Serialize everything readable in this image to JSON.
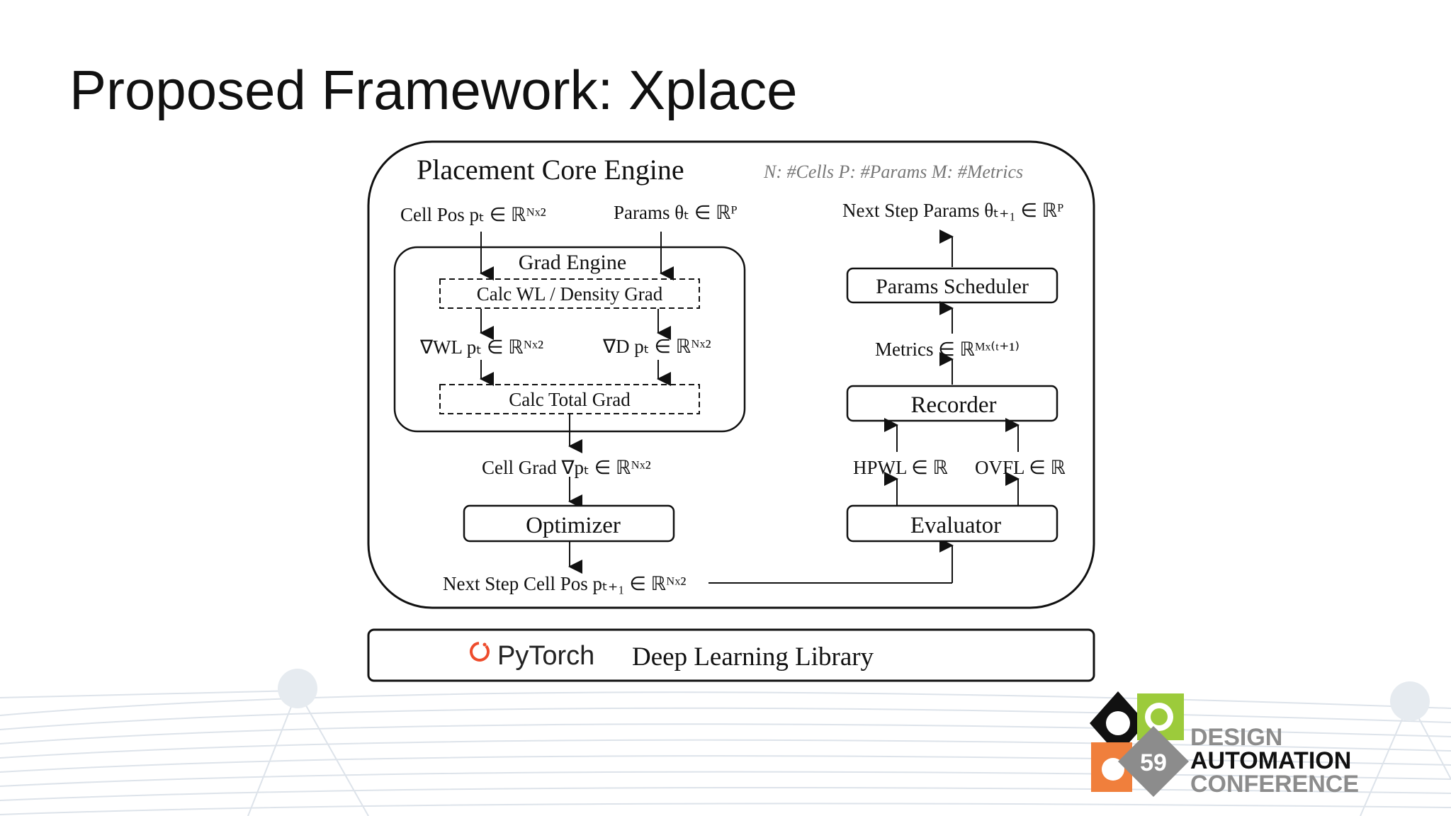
{
  "slide": {
    "title": "Proposed Framework: Xplace"
  },
  "diagram": {
    "engine_title": "Placement Core Engine",
    "legend": "N: #Cells  P: #Params  M: #Metrics",
    "cell_pos_input": "Cell Pos pₜ ∈ ℝᴺˣ²",
    "params_input": "Params θₜ ∈ ℝᴾ",
    "grad_engine": {
      "title": "Grad Engine",
      "calc_wl_density": "Calc WL / Density Grad",
      "wl_grad": "∇WL pₜ ∈ ℝᴺˣ²",
      "density_grad": "∇D pₜ ∈ ℝᴺˣ²",
      "calc_total": "Calc Total Grad"
    },
    "cell_grad": "Cell Grad ∇pₜ ∈ ℝᴺˣ²",
    "optimizer": "Optimizer",
    "next_cell_pos": "Next Step Cell Pos pₜ₊₁ ∈ ℝᴺˣ²",
    "next_params": "Next Step Params θₜ₊₁ ∈ ℝᴾ",
    "params_scheduler": "Params Scheduler",
    "metrics": "Metrics ∈ ℝᴹˣ⁽ᵗ⁺¹⁾",
    "recorder": "Recorder",
    "hpwl": "HPWL ∈ ℝ",
    "ovfl": "OVFL ∈ ℝ",
    "evaluator": "Evaluator",
    "pytorch": "PyTorch",
    "library": "Deep Learning Library"
  },
  "conference_logo": {
    "number": "59",
    "line1": "DESIGN",
    "line2": "AUTOMATION",
    "line3": "CONFERENCE"
  },
  "colors": {
    "pytorch_orange": "#ee4c2c",
    "logo_green": "#9ccb3b",
    "logo_orange": "#f07f3c",
    "logo_gray": "#8c8c8c",
    "logo_black": "#111111"
  }
}
